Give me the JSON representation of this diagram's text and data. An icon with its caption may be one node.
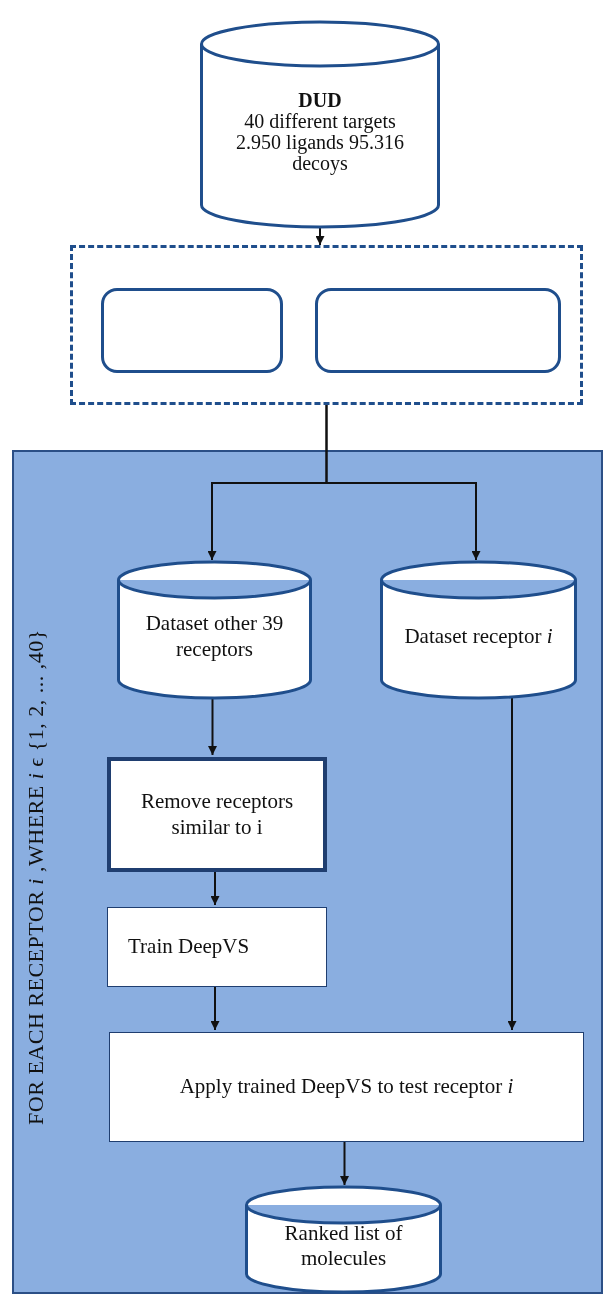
{
  "diagram": {
    "nodes": [
      {
        "text": [
          "DUD",
          "40 different targets 2.950  ligands 95.316 decoys"
        ]
      },
      {
        "text": [],
        "shape": "box"
      },
      {
        "text": [],
        "shape": "box",
        "in": 1
      },
      {
        "text": [],
        "shape": "box",
        "in": 1
      },
      {
        "text": [
          "FOR  EACH  RECEPTOR  *i* ,WHERE  *i* ϵ {1, 2, ... ,40}"
        ]
      },
      {
        "text": [
          "Dataset other 39 receptors"
        ],
        "in": 4
      },
      {
        "text": [
          "Dataset receptor  *i*"
        ],
        "in": 4
      },
      {
        "text": [
          "Remove receptors similar to  i"
        ],
        "in": 4
      },
      {
        "text": [
          "Train DeepVS"
        ],
        "in": 4
      },
      {
        "text": [
          "Apply trained DeepVS to test receptor *i*"
        ],
        "in": 4
      },
      {
        "text": [
          "Ranked list of molecules"
        ],
        "in": 4
      }
    ],
    "edges": [
      {
        "from": 0,
        "to": 1,
        "arrow": "to"
      },
      {
        "from": 1,
        "to": 5,
        "arrow": "to"
      },
      {
        "from": 1,
        "to": 6,
        "arrow": "to"
      },
      {
        "from": 5,
        "to": 7,
        "arrow": "to"
      },
      {
        "from": 7,
        "to": 8,
        "arrow": "to"
      },
      {
        "from": 8,
        "to": 9,
        "arrow": "to"
      },
      {
        "from": 6,
        "to": 9,
        "arrow": "to"
      },
      {
        "from": 9,
        "to": 10,
        "arrow": "to"
      }
    ]
  }
}
